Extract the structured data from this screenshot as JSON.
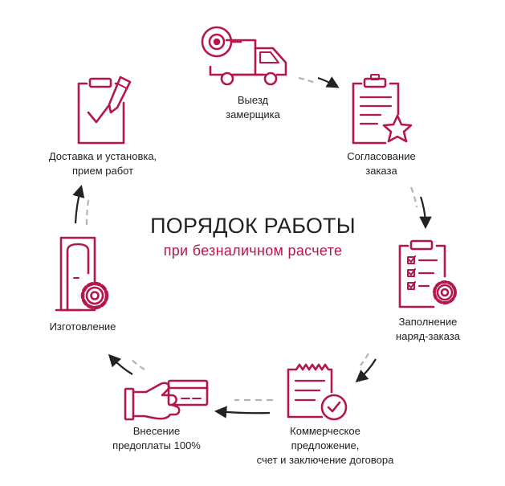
{
  "accent_color": "#b5174b",
  "text_color": "#222222",
  "dash_color": "#b3b3b3",
  "title": "ПОРЯДОК РАБОТЫ",
  "subtitle": "при безналичном расчете",
  "steps": [
    {
      "icon": "truck-measure-icon",
      "lines": [
        "Выезд",
        "замерщика"
      ]
    },
    {
      "icon": "clipboard-star-icon",
      "lines": [
        "Согласование",
        "заказа"
      ]
    },
    {
      "icon": "clipboard-checklist-gear-icon",
      "lines": [
        "Заполнение",
        "наряд-заказа"
      ]
    },
    {
      "icon": "document-check-icon",
      "lines": [
        "Коммерческое",
        "предложение,",
        "счет и заключение договора"
      ]
    },
    {
      "icon": "hand-card-icon",
      "lines": [
        "Внесение",
        "предоплаты 100%"
      ]
    },
    {
      "icon": "door-gear-icon",
      "lines": [
        "Изготовление"
      ]
    },
    {
      "icon": "clipboard-pencil-icon",
      "lines": [
        "Доставка и установка,",
        "прием работ"
      ]
    }
  ]
}
